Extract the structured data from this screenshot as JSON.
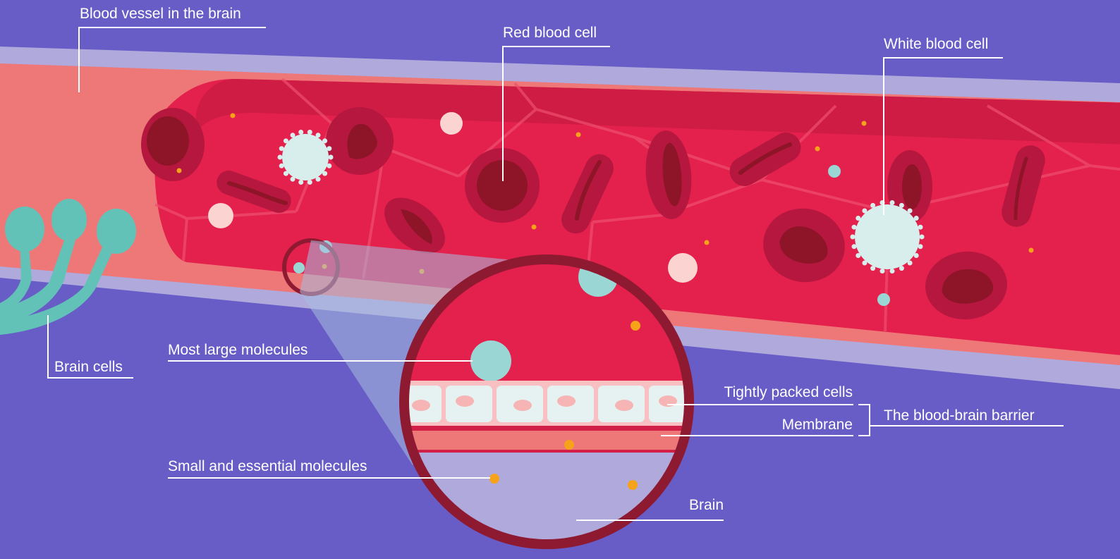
{
  "colors": {
    "background": "#685dc6",
    "vessel_wall": "#b0a9dc",
    "vessel_outer": "#ee7878",
    "blood": "#e4204d",
    "blood_dark": "#cf1c45",
    "rbc_outer": "#b5173f",
    "rbc_inner": "#8e1428",
    "white_cell": "#d8eeec",
    "large_molecule": "#9ad6d4",
    "small_molecule": "#f7a21b",
    "brain_cells": "#62c2b7",
    "brain_tissue": "#b0a9dc",
    "lens_ring": "#8e1a32"
  },
  "labels": {
    "blood_vessel": "Blood vessel in the brain",
    "red_blood_cell": "Red blood cell",
    "white_blood_cell": "White blood cell",
    "brain_cells": "Brain cells",
    "large_molecules": "Most large molecules",
    "tightly_packed": "Tightly packed cells",
    "membrane": "Membrane",
    "bbb": "The blood-brain barrier",
    "small_molecules": "Small and essential molecules",
    "brain": "Brain"
  }
}
